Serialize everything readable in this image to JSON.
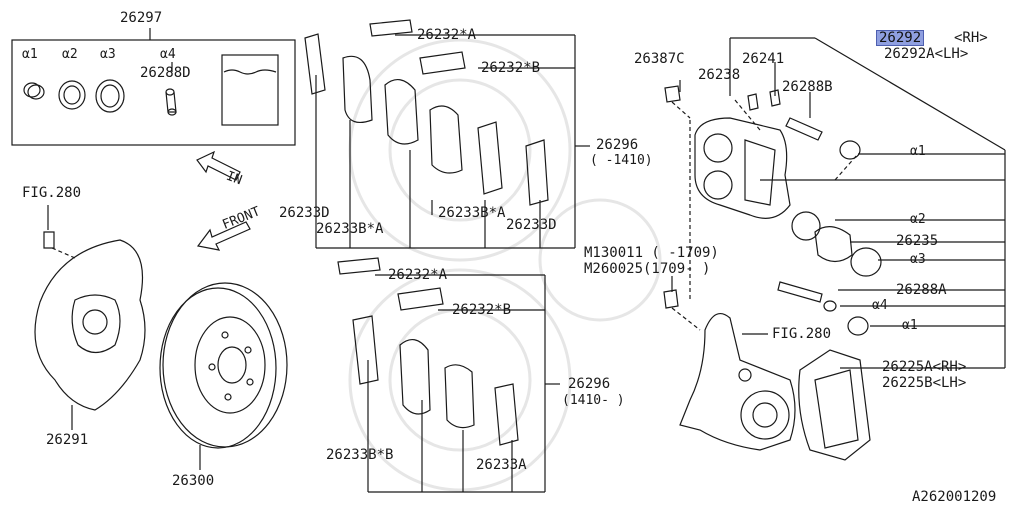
{
  "diagram_id": "A262001209",
  "highlight_part": "26292",
  "colors": {
    "line": "#1a1a1a",
    "highlight": "#8f9fe0",
    "watermark": "#e6e6e6"
  },
  "labels": {
    "kit": "26297",
    "a1": "α1",
    "a2": "α2",
    "a3": "α3",
    "a4": "α4",
    "p26288D": "26288D",
    "fig280_top": "FIG.280",
    "in": "IN",
    "front": "FRONT",
    "p26291": "26291",
    "p26300": "26300",
    "p26232A_top": "26232*A",
    "p26232B_top": "26232*B",
    "p26296_top": "26296",
    "p26296_top_range": "( -1410)",
    "p26233D_left": "26233D",
    "p26233BA_left": "26233B*A",
    "p26233BA_mid": "26233B*A",
    "p26233D_right": "26233D",
    "p26232A_bot": "26232*A",
    "p26232B_bot": "26232*B",
    "p26296_bot": "26296",
    "p26296_bot_range": "(1410- )",
    "p26233BB": "26233B*B",
    "p26233A": "26233A",
    "bolt_1": "M130011 ( -1709)",
    "bolt_2": "M260025(1709- )",
    "p26387C": "26387C",
    "p26241": "26241",
    "p26238": "26238",
    "p26288B": "26288B",
    "p26292": "26292",
    "rh_1": "<RH>",
    "p26292A_lh": "26292A<LH>",
    "r_a1_1": "α1",
    "r_a2": "α2",
    "p26235": "26235",
    "r_a3": "α3",
    "p26288A": "26288A",
    "r_a4": "α4",
    "r_a1_2": "α1",
    "fig280_bot": "FIG.280",
    "p26225A": "26225A<RH>",
    "p26225B": "26225B<LH>"
  }
}
